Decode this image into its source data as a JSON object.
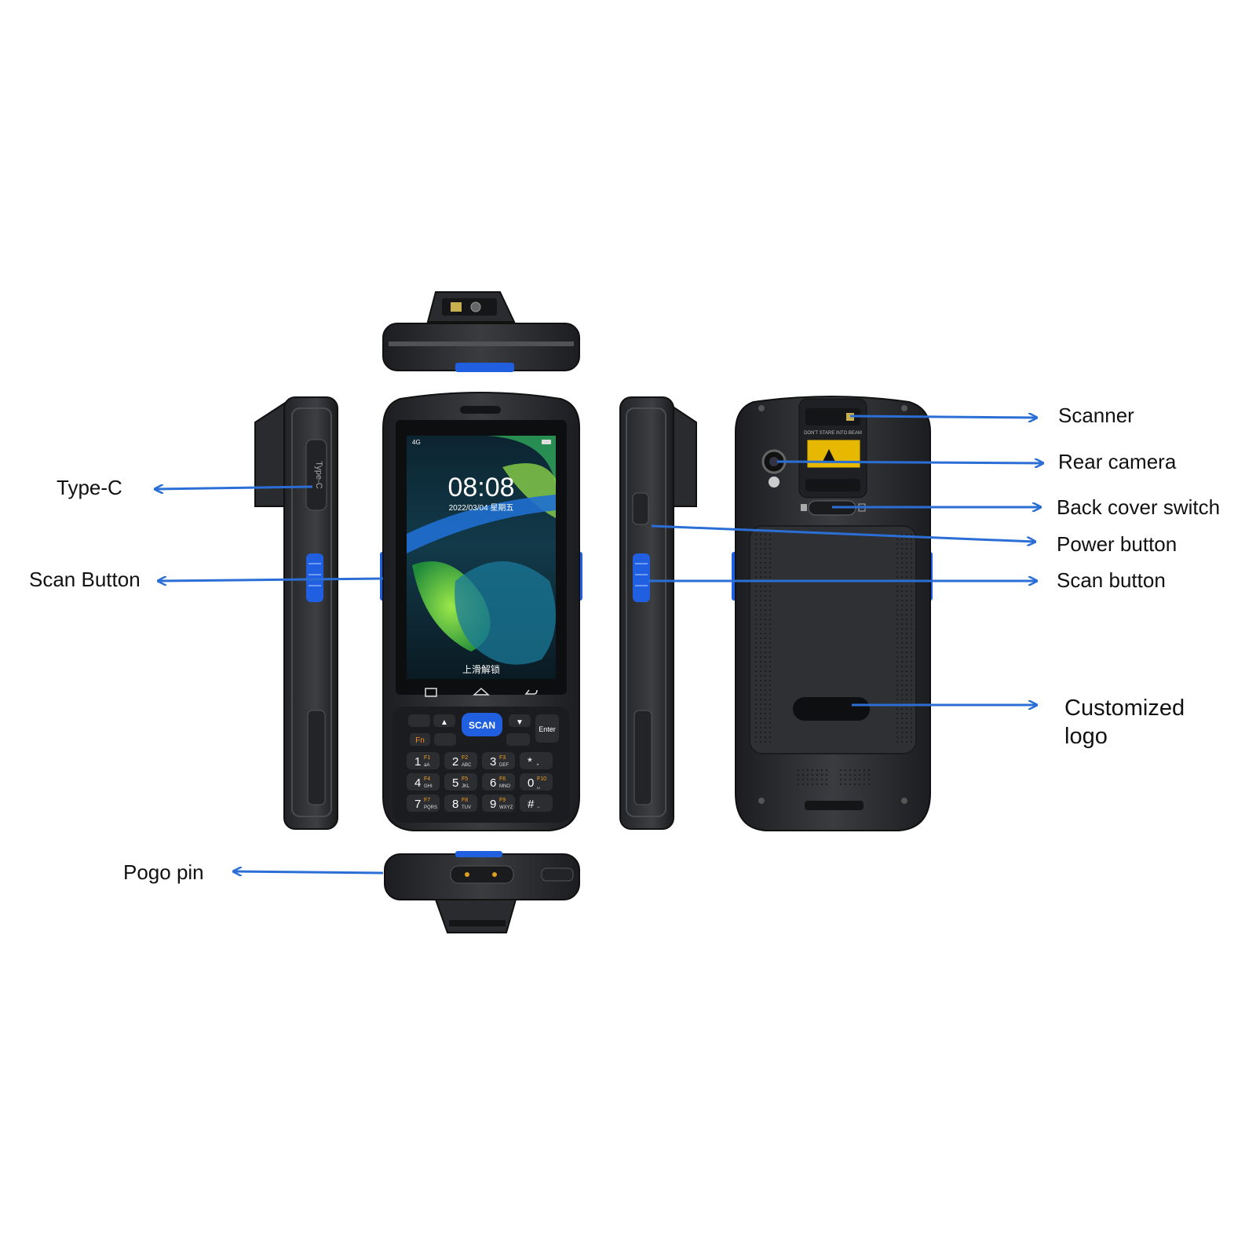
{
  "labels": {
    "type_c": "Type-C",
    "scan_button_left": "Scan Button",
    "pogo_pin": "Pogo pin",
    "scanner": "Scanner",
    "rear_camera": "Rear camera",
    "back_cover_switch": "Back cover switch",
    "power_button": "Power button",
    "scan_button_right": "Scan button",
    "customized_logo_line1": "Customized",
    "customized_logo_line2": "logo"
  },
  "screen": {
    "status": "4G",
    "time": "08:08",
    "date": "2022/03/04 星期五",
    "unlock": "上滑解锁"
  },
  "side_port": "Type-C",
  "keypad": {
    "scan": "SCAN",
    "fn": "Fn",
    "enter": "Enter",
    "keys": [
      {
        "main": "1",
        "sub": "F1",
        "letters": "aA"
      },
      {
        "main": "2",
        "sub": "F2",
        "letters": "ABC"
      },
      {
        "main": "3",
        "sub": "F3",
        "letters": "DEF"
      },
      {
        "main": "*",
        "sub": "",
        "letters": "•"
      },
      {
        "main": "4",
        "sub": "F4",
        "letters": "GHI"
      },
      {
        "main": "5",
        "sub": "F5",
        "letters": "JKL"
      },
      {
        "main": "6",
        "sub": "F6",
        "letters": "MNO"
      },
      {
        "main": "0",
        "sub": "F10",
        "letters": "␣"
      },
      {
        "main": "7",
        "sub": "F7",
        "letters": "PQRS"
      },
      {
        "main": "8",
        "sub": "F8",
        "letters": "TUV"
      },
      {
        "main": "9",
        "sub": "F9",
        "letters": "WXYZ"
      },
      {
        "main": "#",
        "sub": "",
        "letters": "−"
      }
    ]
  },
  "back_sticker": "DON'T STARE INTO BEAM",
  "colors": {
    "arrow": "#2b6fd6",
    "device": "#2a2b2e",
    "accent_blue": "#1f5fe0",
    "label_text": "#111111"
  }
}
